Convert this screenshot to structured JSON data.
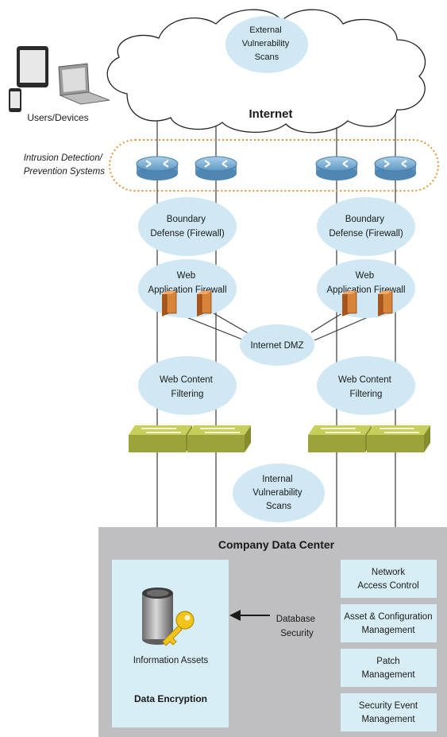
{
  "colors": {
    "bubble": "#cfe8f3",
    "datacenter_bg": "#bfbfc1",
    "panel_bg": "#d8eef6",
    "router": "#7fb3d6",
    "switch": "#b9c34a",
    "server": "#d7843a",
    "ids_outline": "#e8913a",
    "line": "#3a3a3a"
  },
  "internet": {
    "cloud_label": "Internet",
    "external_scans": [
      "External",
      "Vulnerability",
      "Scans"
    ]
  },
  "users": {
    "label": "Users/Devices"
  },
  "ids": {
    "label": [
      "Intrusion Detection/",
      "Prevention Systems"
    ]
  },
  "left_stack": {
    "boundary": [
      "Boundary",
      "Defense (Firewall)"
    ],
    "waf": [
      "Web",
      "Application Firewall"
    ],
    "content_filter": [
      "Web Content",
      "Filtering"
    ]
  },
  "right_stack": {
    "boundary": [
      "Boundary",
      "Defense (Firewall)"
    ],
    "waf": [
      "Web",
      "Application Firewall"
    ],
    "content_filter": [
      "Web Content",
      "Filtering"
    ]
  },
  "dmz": {
    "label": "Internet DMZ"
  },
  "internal_scans": [
    "Internal",
    "Vulnerability",
    "Scans"
  ],
  "datacenter": {
    "title": "Company Data Center",
    "info_assets": "Information Assets",
    "encryption": "Data Encryption",
    "db_security": [
      "Database",
      "Security"
    ],
    "side_panels": [
      [
        "Network",
        "Access Control"
      ],
      [
        "Asset & Configuration",
        "Management"
      ],
      [
        "Patch",
        "Management"
      ],
      [
        "Security Event",
        "Management"
      ]
    ]
  }
}
